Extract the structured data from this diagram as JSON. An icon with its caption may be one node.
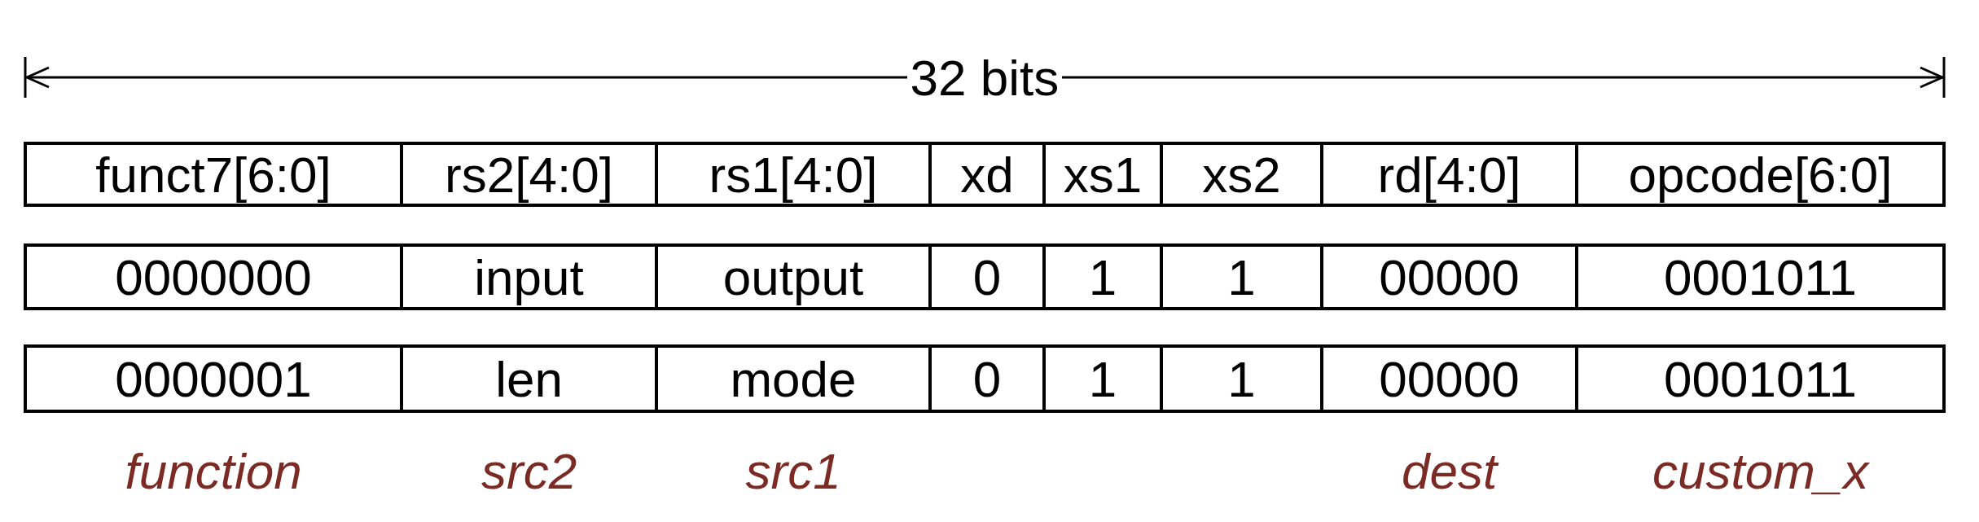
{
  "diagram": {
    "labels": [
      "32 bits",
      "funct7[6:0]",
      "rs2[4:0]",
      "rs1[4:0]",
      "xd",
      "xs1",
      "xs2",
      "rd[4:0]",
      "opcode[6:0]",
      "0000000",
      "input",
      "output",
      "0",
      "1",
      "1",
      "00000",
      "0001011",
      "0000001",
      "len",
      "mode",
      "0",
      "1",
      "1",
      "00000",
      "0001011",
      "function",
      "src2",
      "src1",
      "dest",
      "custom_x"
    ]
  }
}
